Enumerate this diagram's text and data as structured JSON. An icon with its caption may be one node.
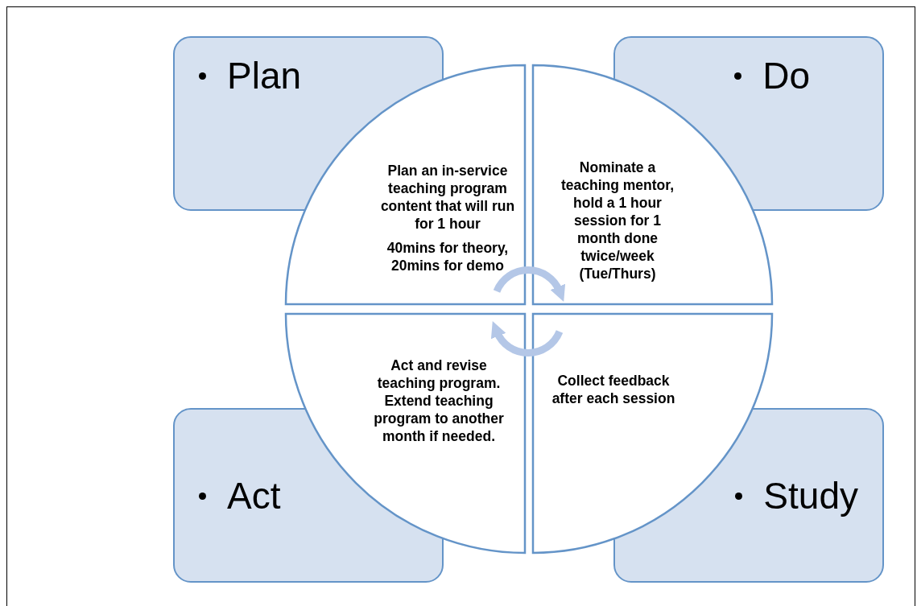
{
  "diagram": {
    "nodes": [
      {
        "text": [
          "Plan"
        ]
      },
      {
        "text": [
          "Do"
        ]
      },
      {
        "text": [
          "Act"
        ]
      },
      {
        "text": [
          "Study"
        ]
      },
      {
        "text": [
          "Plan an in-service teaching program content that will run for 1 hour",
          "40mins for theory, 20mins for demo"
        ]
      },
      {
        "text": [
          "Nominate a teaching mentor, hold a 1 hour session for 1 month done twice/week (Tue/Thurs)"
        ]
      },
      {
        "text": [
          "Act and revise teaching program. Extend teaching program to another month if needed."
        ]
      },
      {
        "text": [
          "Collect feedback after each session"
        ]
      }
    ],
    "edges": [
      {
        "from": 4,
        "to": 5,
        "arrow": "to"
      },
      {
        "from": 7,
        "to": 6,
        "arrow": "to"
      }
    ]
  }
}
